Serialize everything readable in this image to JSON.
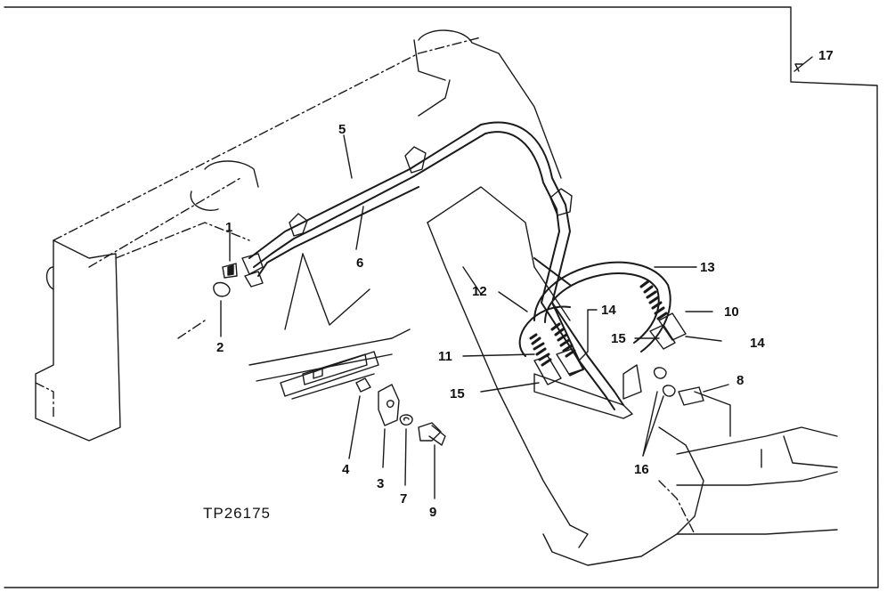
{
  "figure_code": "TP26175",
  "callouts": {
    "c1": "1",
    "c2": "2",
    "c3": "3",
    "c4": "4",
    "c5": "5",
    "c6": "6",
    "c7": "7",
    "c8": "8",
    "c9": "9",
    "c10": "10",
    "c11": "11",
    "c12": "12",
    "c13": "13",
    "c14a": "14",
    "c14b": "14",
    "c15a": "15",
    "c15b": "15",
    "c16": "16",
    "c17": "17"
  }
}
